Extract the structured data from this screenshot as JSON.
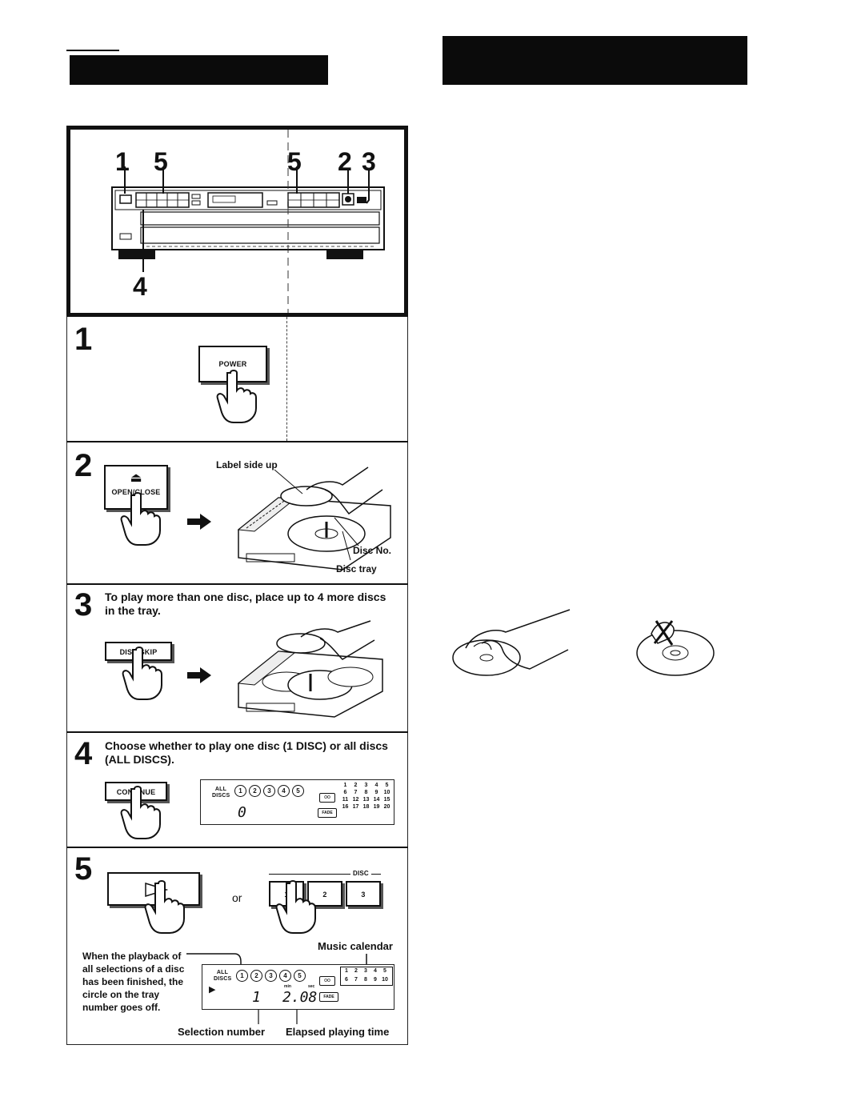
{
  "diagram_labels": {
    "callout_1": "1",
    "callout_5a": "5",
    "callout_5b": "5",
    "callout_2": "2",
    "callout_3": "3",
    "callout_4": "4"
  },
  "steps": [
    {
      "number": "1",
      "button_label": "POWER"
    },
    {
      "number": "2",
      "button_label": "OPEN/CLOSE",
      "label_side_up": "Label side up",
      "disc_no": "Disc No.",
      "disc_tray": "Disc tray"
    },
    {
      "number": "3",
      "text": "To play more than one disc, place up to 4 more discs in the tray.",
      "button_label": "DISC SKIP"
    },
    {
      "number": "4",
      "text": "Choose whether to play one disc (1 DISC) or all discs (ALL DISCS).",
      "button_label": "CONTINUE"
    },
    {
      "number": "5",
      "or_text": "or",
      "disc_group_label": "DISC",
      "disc_buttons": [
        "1",
        "2",
        "3"
      ],
      "music_calendar": "Music calendar",
      "playback_note": "When the playback of all selections of a disc has been finished, the circle on the tray number goes off.",
      "selection_number": "Selection number",
      "elapsed_time": "Elapsed playing time"
    }
  ],
  "display": {
    "all_discs": "ALL DISCS",
    "trays": [
      "1",
      "2",
      "3",
      "4",
      "5"
    ],
    "calendar_numbers": [
      "1",
      "2",
      "3",
      "4",
      "5",
      "6",
      "7",
      "8",
      "9",
      "10",
      "11",
      "12",
      "13",
      "14",
      "15",
      "16",
      "17",
      "18",
      "19",
      "20"
    ],
    "calendar_numbers_short": [
      "1",
      "2",
      "3",
      "4",
      "5",
      "6",
      "7",
      "8",
      "9",
      "10"
    ],
    "fade": "FADE",
    "step4_selection": "0",
    "step5_selection": "1",
    "step5_time": "2.08",
    "min": "min",
    "sec": "sec"
  }
}
